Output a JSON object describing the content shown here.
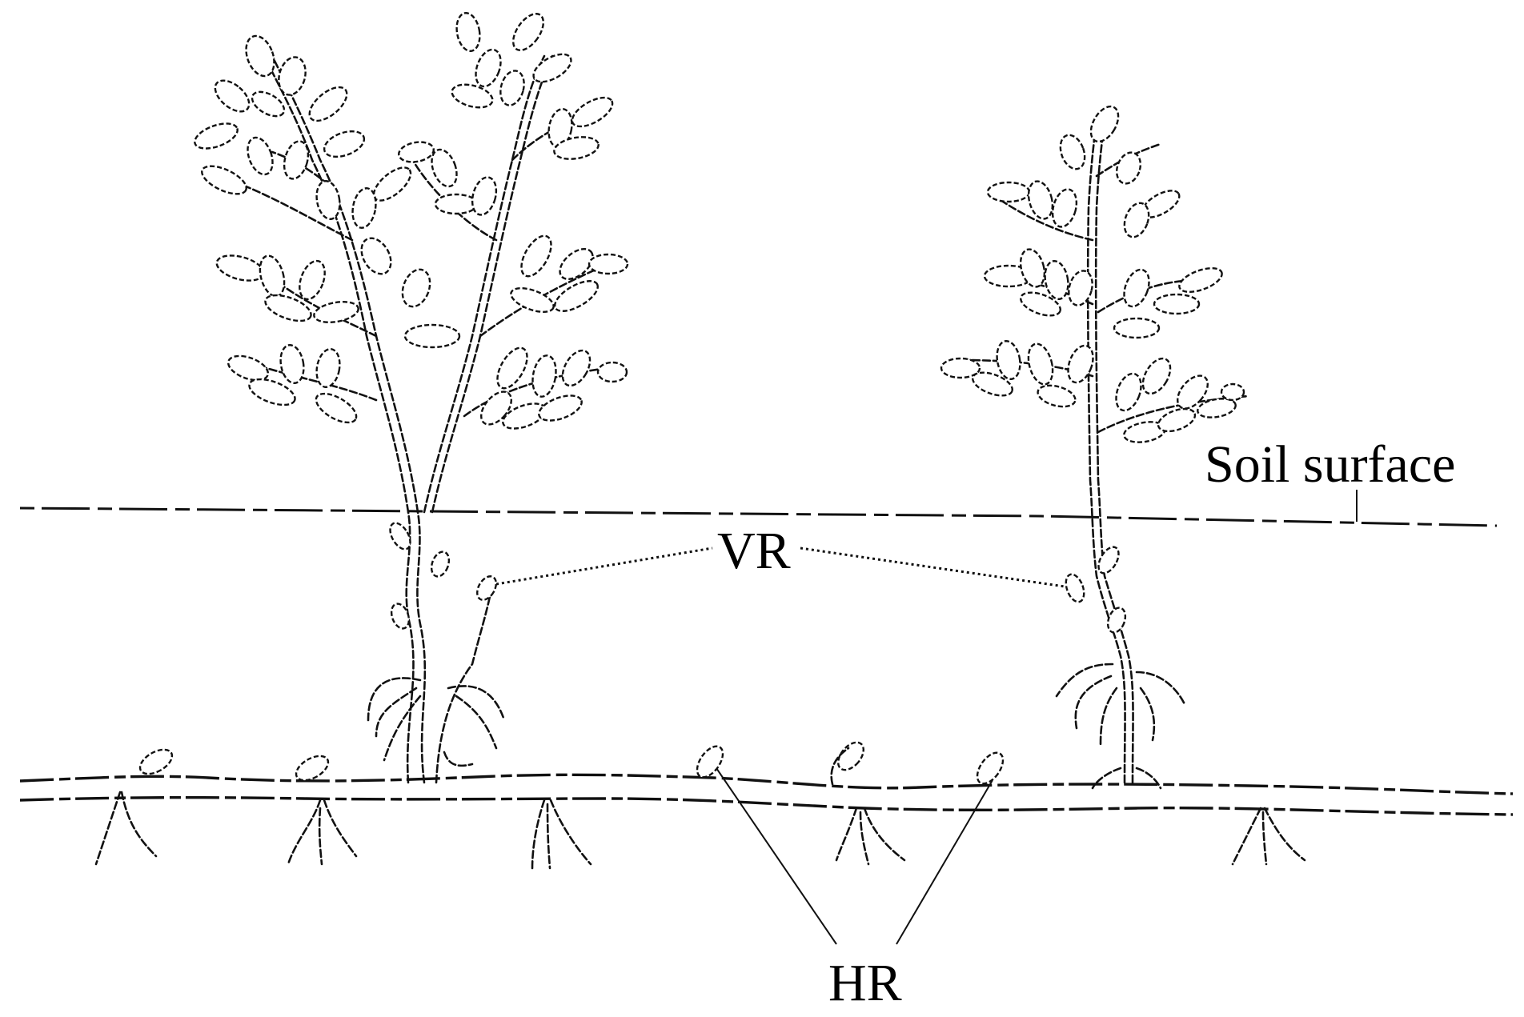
{
  "labels": {
    "vertical_root": "VR",
    "horizontal_root": "HR",
    "soil_surface": "Soil surface"
  }
}
